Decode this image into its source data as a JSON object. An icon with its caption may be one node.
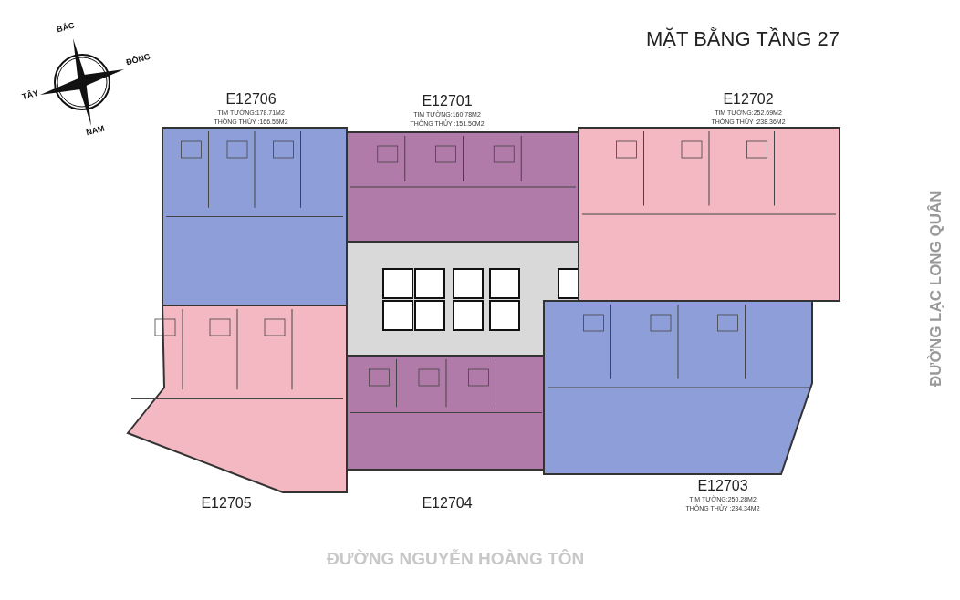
{
  "diagram": {
    "title": "MẶT BẰNG  TẦNG 27",
    "nodes": [
      {
        "text": [
          "E12706",
          "TIM TƯỜNG:178.71M2",
          "THÔNG THỦY :166.55M2"
        ]
      },
      {
        "text": [
          "E12701",
          "TIM TƯỜNG:160.78M2",
          "THÔNG THỦY :151.50M2"
        ]
      },
      {
        "text": [
          "E12702",
          "TIM TƯỜNG:252.69M2",
          "THÔNG THỦY :238.36M2"
        ]
      },
      {
        "text": [
          "E12705"
        ]
      },
      {
        "text": [
          "E12704"
        ]
      },
      {
        "text": [
          "E12703",
          "TIM TƯỜNG:250.28M2",
          "THÔNG THỦY :234.34M2"
        ]
      }
    ],
    "labels": [
      "BẮC",
      "ĐÔNG",
      "TÂY",
      "NAM",
      "ĐƯỜNG LẠC LONG QUÂN",
      "ĐƯỜNG NGUYỄN HOÀNG TÔN"
    ]
  }
}
